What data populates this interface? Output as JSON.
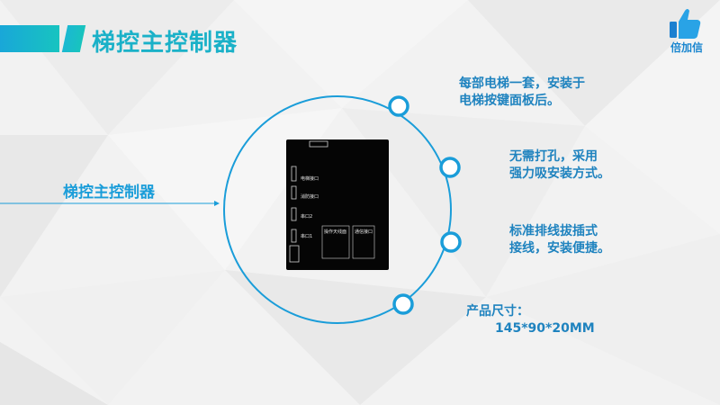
{
  "slide": {
    "title": "梯控主控制器",
    "side_label": "梯控主控制器"
  },
  "logo": {
    "text": "倍加信",
    "icon": "thumbs-up-icon"
  },
  "features": [
    {
      "line1": "每部电梯一套，安装于",
      "line2": "电梯按键面板后。"
    },
    {
      "line1": "无需打孔，采用",
      "line2": "强力吸安装方式。"
    },
    {
      "line1": "标准排线拔插式",
      "line2": "接线，安装便捷。"
    },
    {
      "line1": "产品尺寸：",
      "line2": "145*90*20MM"
    }
  ],
  "board": {
    "labels": [
      "电梯接口",
      "消防接口",
      "串口2",
      "串口1",
      "通信接口",
      "操作天线面"
    ]
  },
  "colors": {
    "accent": "#1a9dd9",
    "title": "#1ab1c8",
    "feature_text": "#1f83bf"
  }
}
